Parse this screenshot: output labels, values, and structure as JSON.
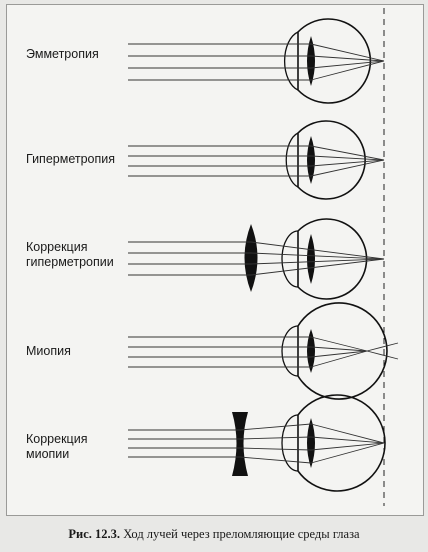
{
  "rows": [
    {
      "label": [
        "Эмметропия"
      ]
    },
    {
      "label": [
        "Гиперметропия"
      ]
    },
    {
      "label": [
        "Коррекция",
        "гиперметропии"
      ]
    },
    {
      "label": [
        "Миопия"
      ]
    },
    {
      "label": [
        "Коррекция",
        "миопии"
      ]
    }
  ],
  "caption": {
    "number": "Рис. 12.3.",
    "text": "Ход лучей через преломляющие среды глаза"
  }
}
